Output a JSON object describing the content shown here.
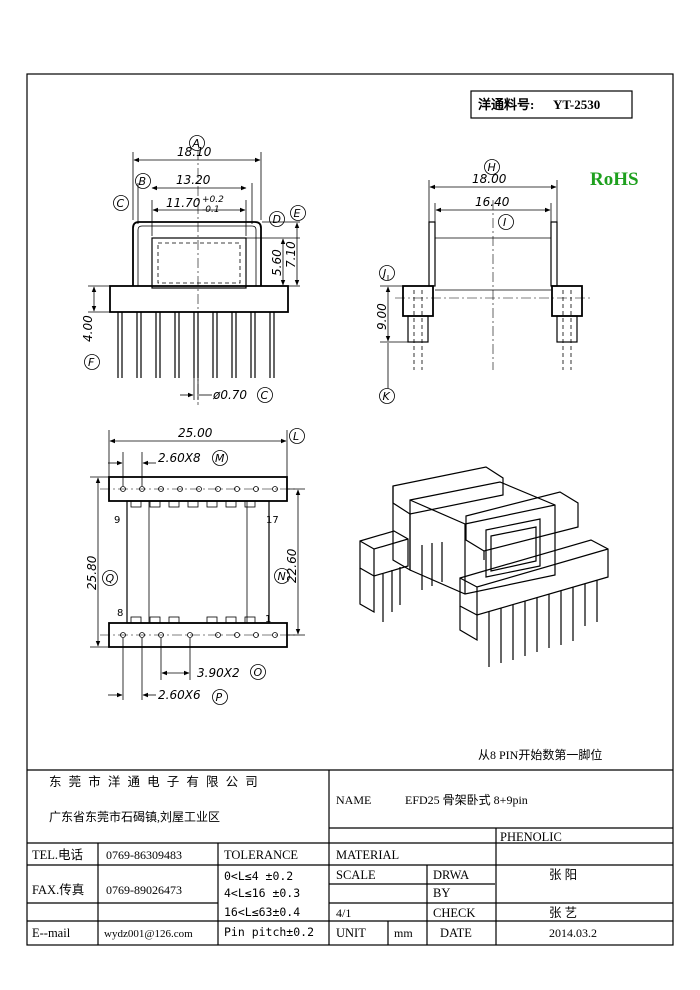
{
  "part_number": {
    "label": "洋通料号:",
    "value": "YT-2530"
  },
  "rohs": "RoHS",
  "rohs_color": "#1ea01e",
  "note": "从8 PIN开始数第一脚位",
  "dimensions": {
    "A": "18.10",
    "B": "13.20",
    "C_main": "11.70",
    "C_plus": "+0.2",
    "C_minus": "-0.1",
    "D": "5.60",
    "E": "7.10",
    "F": "4.00",
    "G": "ø0.70",
    "H": "18.00",
    "I": "16.40",
    "J": "9.00",
    "L": "25.00",
    "M": "2.60X8",
    "N": "22.60",
    "Q": "25.80",
    "O": "3.90X2",
    "P": "2.60X6"
  },
  "callouts": [
    "A",
    "B",
    "C",
    "D",
    "E",
    "F",
    "C",
    "H",
    "I",
    "J",
    "K",
    "L",
    "M",
    "N",
    "Q",
    "O",
    "P"
  ],
  "pin_labels": {
    "top_left": "9",
    "top_right": "17",
    "bottom_left": "8",
    "bottom_right": "1"
  },
  "title_block": {
    "company": "东 莞 市 洋 通 电 子 有 限 公 司",
    "address": "广东省东莞市石碣镇,刘屋工业区",
    "name_label": "NAME",
    "name_value": "EFD25 骨架卧式 8+9pin",
    "tel_label": "TEL.电话",
    "tel_value": "0769-86309483",
    "fax_label": "FAX.传真",
    "fax_value": "0769-89026473",
    "email_label": "E--mail",
    "email_value": "wydz001@126.com",
    "tolerance_label": "TOLERANCE",
    "tolerance_lines": [
      "0<L≤4  ±0.2",
      "4<L≤16 ±0.3",
      "16<L≤63±0.4",
      "Pin pitch±0.2"
    ],
    "material_label": "MATERIAL",
    "material_value": "PHENOLIC",
    "scale_label": "SCALE",
    "scale_value": "4/1",
    "drawn_label_1": "DRWA",
    "drawn_label_2": "BY",
    "drawn_value": "张  阳",
    "check_label": "CHECK",
    "check_value": "张  艺",
    "unit_label": "UNIT",
    "unit_value": "mm",
    "date_label": "DATE",
    "date_value": "2014.03.2"
  }
}
